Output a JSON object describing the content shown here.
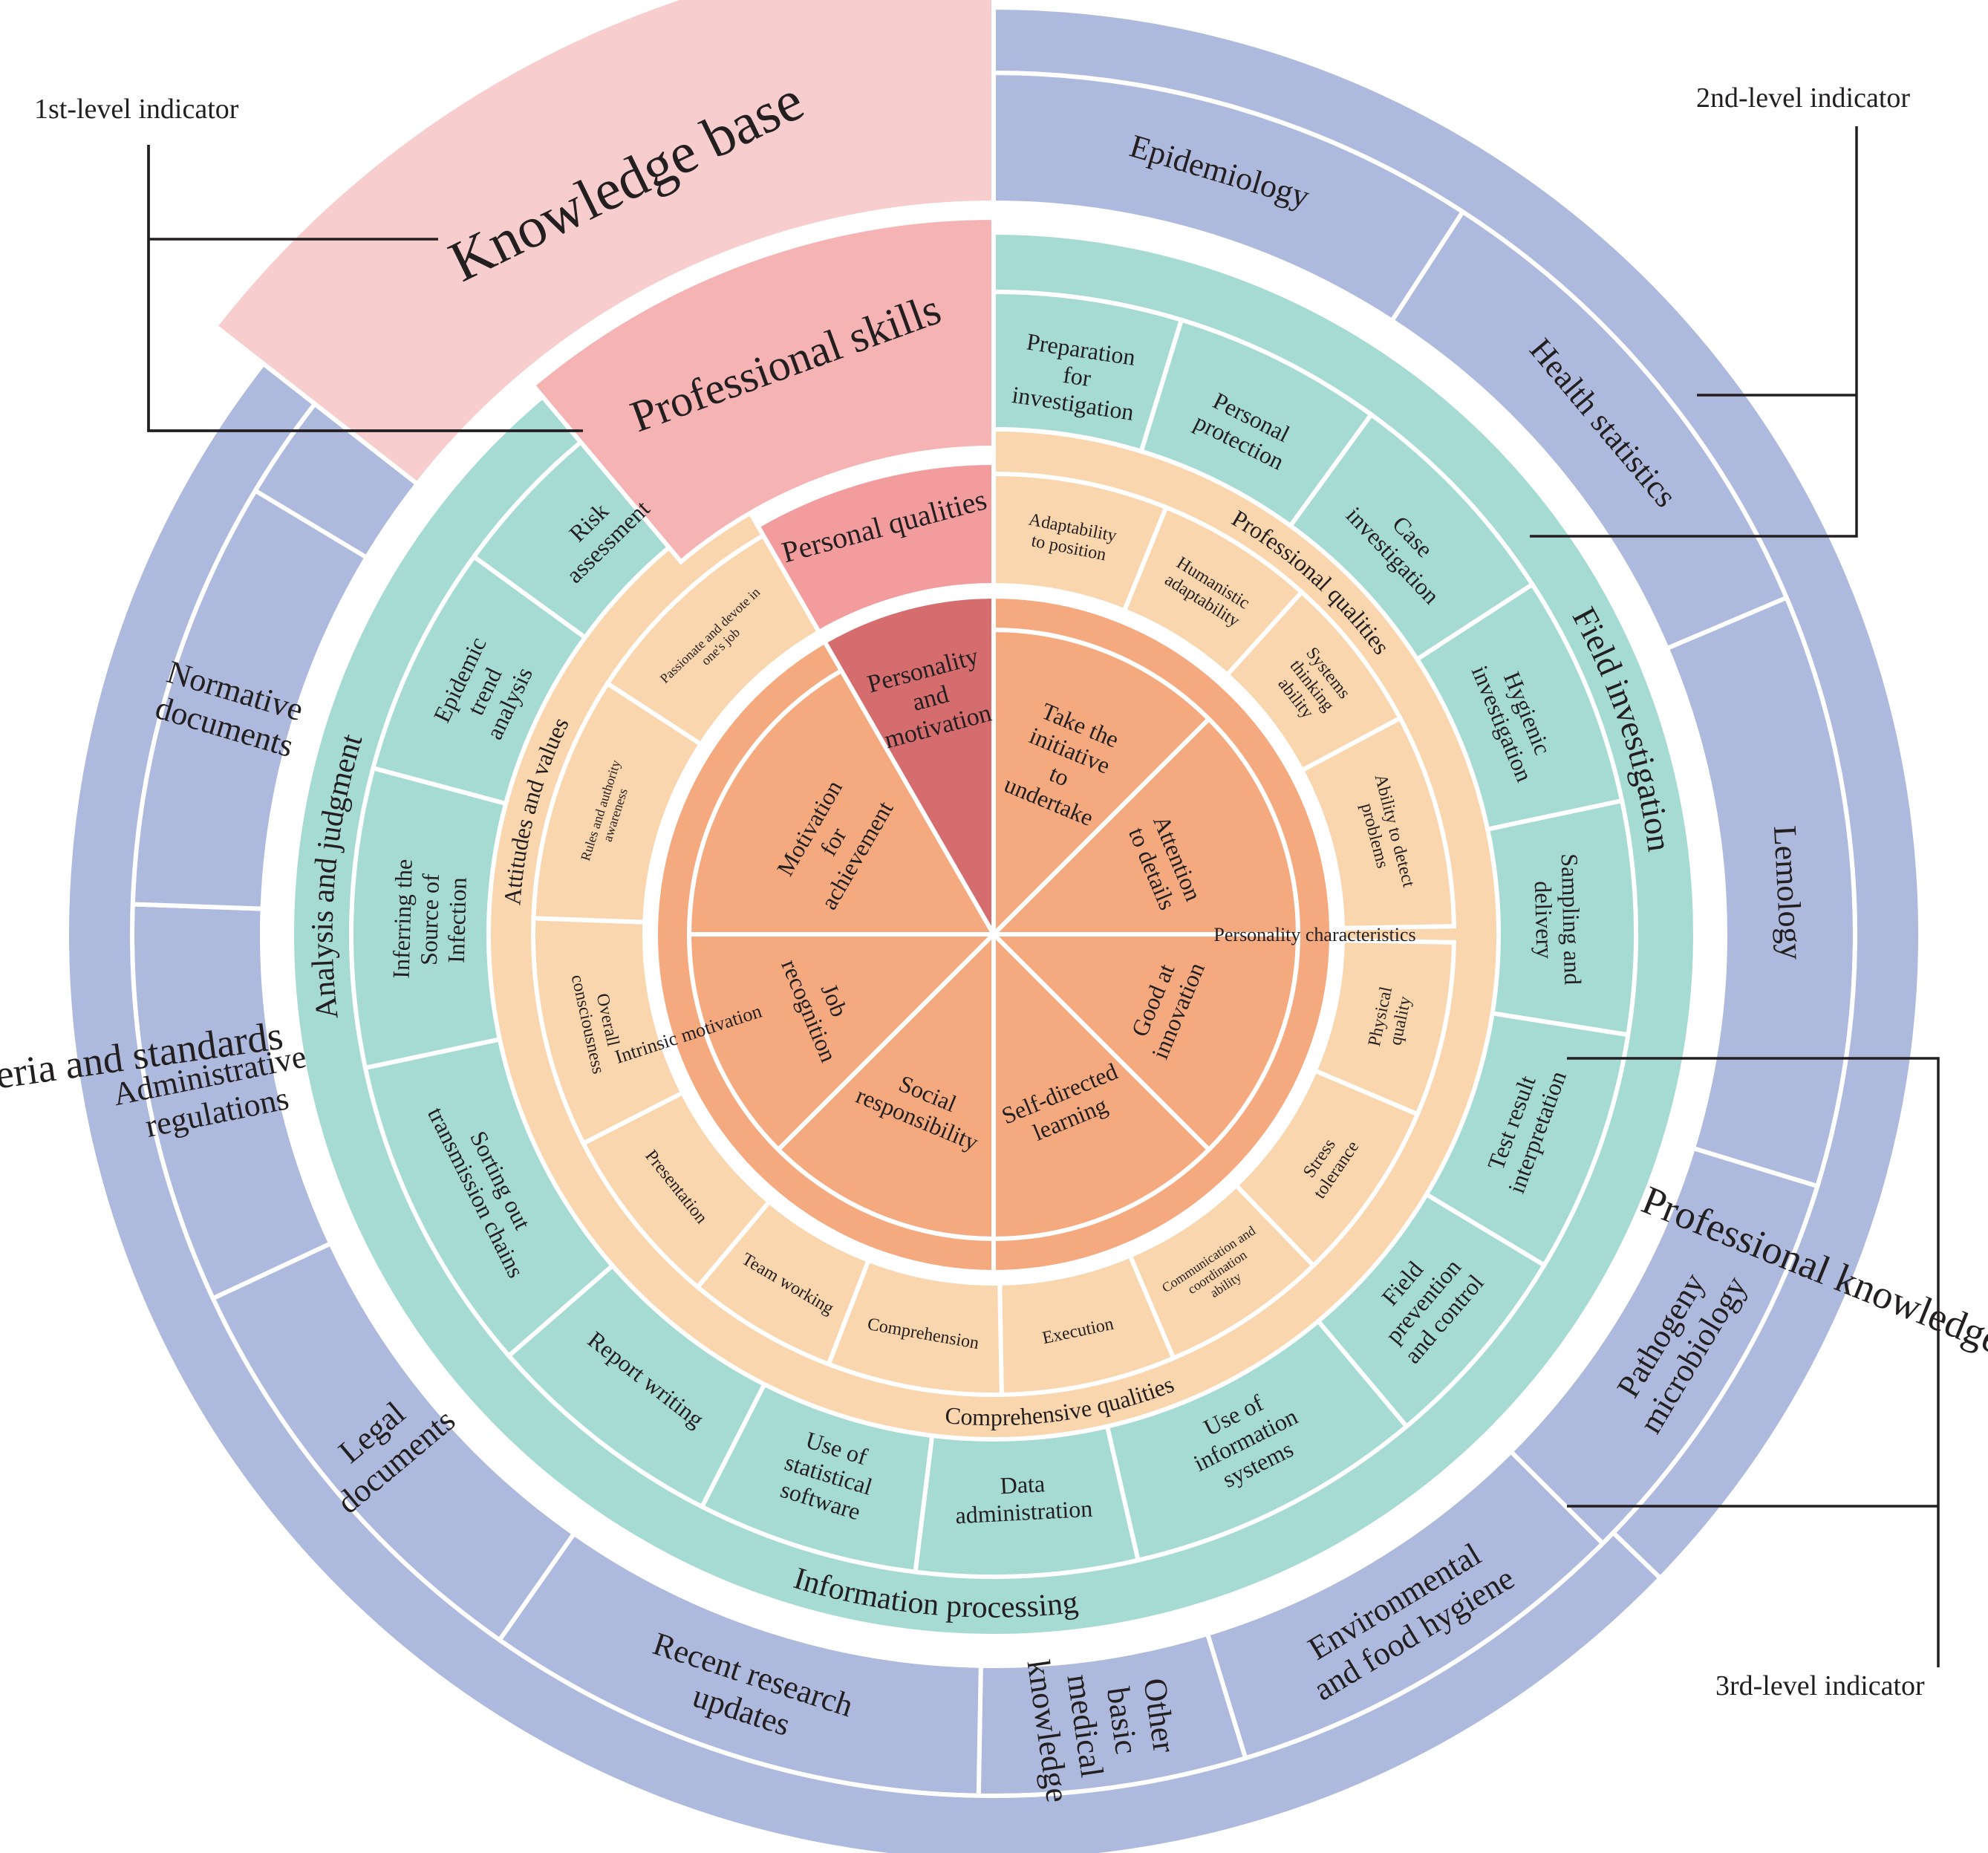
{
  "colors": {
    "tier1": "#f7cdcd",
    "tier2": "#f6b3b4",
    "tier3": "#f39c9e",
    "tier4": "#d56d6f",
    "knowledge": "#aeb9de",
    "skills": "#a6dbd3",
    "qualities": "#fad6ae",
    "motivation": "#f4a97f",
    "separator": "#ffffff",
    "ink": "#231f20"
  },
  "legend": {
    "first_level": "1st-level indicator",
    "second_level": "2nd-level indicator",
    "third_level": "3rd-level indicator"
  },
  "first_level_indicators": [
    "Knowledge base",
    "Professional skills",
    "Personal qualities",
    "Personality and motivation"
  ],
  "knowledge_base": {
    "second_level": [
      {
        "label": "Professional knowledge",
        "third_level": [
          "Epidemiology",
          "Health statistics",
          "Lemology",
          "Pathogeny microbiology",
          "Environmental and food hygiene",
          "Other basic medical knowledge",
          "Recent research updates"
        ]
      },
      {
        "label": "Criteria and standards",
        "third_level": [
          "Legal documents",
          "Administrative regulations",
          "Normative documents"
        ]
      }
    ]
  },
  "professional_skills": {
    "second_level": [
      {
        "label": "Field investigation",
        "third_level": [
          "Preparation for investigation",
          "Personal protection",
          "Case investigation",
          "Hygienic investigation",
          "Sampling and delivery",
          "Test result interpretation",
          "Field prevention and control"
        ]
      },
      {
        "label": "Information processing",
        "third_level": [
          "Use of information systems",
          "Data administration",
          "Use of statistical software",
          "Report writing"
        ]
      },
      {
        "label": "Analysis and judgment",
        "third_level": [
          "Sorting out transmission chains",
          "Inferring the Source of Infection",
          "Epidemic trend analysis",
          "Risk assessment"
        ]
      }
    ]
  },
  "personal_qualities": {
    "second_level": [
      {
        "label": "Professional qualities",
        "third_level": [
          "Adaptability to position",
          "Humanistic adaptability",
          "Systems thinking ability",
          "Ability to detect problems"
        ]
      },
      {
        "label": "Comprehensive qualities",
        "third_level": [
          "Physical quality",
          "Stress tolerance",
          "Communication and coordination ability",
          "Execution",
          "Comprehension",
          "Team working",
          "Presentation"
        ]
      },
      {
        "label": "Attitudes and values",
        "third_level": [
          "Overall consciousness",
          "Rules and authority awareness",
          "Passionate and devote in one's job"
        ]
      }
    ]
  },
  "personality_motivation": {
    "second_level": [
      {
        "label": "Personality characteristics",
        "third_level": [
          "Take the initiative to undertake",
          "Attention to details",
          "Good at innovation",
          "Self-directed learning"
        ]
      },
      {
        "label": "Intrinsic motivation",
        "third_level": [
          "Motivation for achievement",
          "Job recognition",
          "Social responsibility"
        ]
      }
    ]
  }
}
